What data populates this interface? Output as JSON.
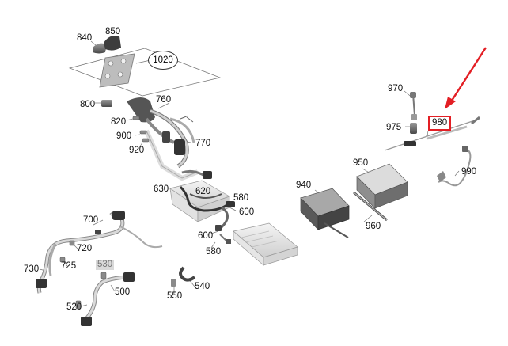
{
  "diagram": {
    "highlighted_part": "980",
    "accent_color": "#e31e24",
    "labels": {
      "p840": "840",
      "p850": "850",
      "p1020": "1020",
      "p800": "800",
      "p760": "760",
      "p820": "820",
      "p900": "900",
      "p920": "920",
      "p770": "770",
      "p970": "970",
      "p975": "975",
      "p980": "980",
      "p990": "990",
      "p950": "950",
      "p940": "940",
      "p960": "960",
      "p630": "630",
      "p620": "620",
      "p580a": "580",
      "p600a": "600",
      "p700": "700",
      "p720": "720",
      "p730": "730",
      "p725": "725",
      "p530": "530",
      "p600b": "600",
      "p580b": "580",
      "p500": "500",
      "p540": "540",
      "p550": "550",
      "p520": "520"
    }
  }
}
